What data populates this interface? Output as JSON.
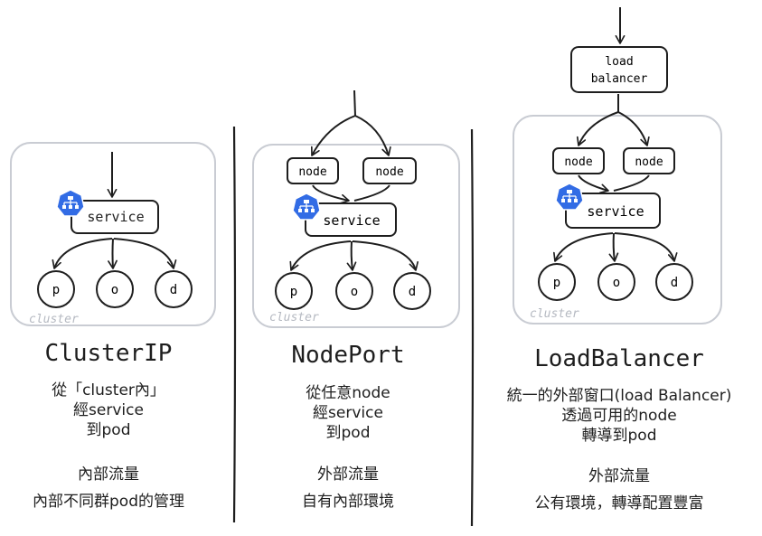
{
  "sections": [
    {
      "id": "clusterip",
      "title": "ClusterIP",
      "cluster_label": "cluster",
      "service_label": "service",
      "pods": [
        "p",
        "o",
        "d"
      ],
      "desc": [
        "從「cluster內」",
        "經service",
        "到pod"
      ],
      "notes": [
        "內部流量",
        "內部不同群pod的管理"
      ]
    },
    {
      "id": "nodeport",
      "title": "NodePort",
      "cluster_label": "cluster",
      "nodes": [
        "node",
        "node"
      ],
      "service_label": "service",
      "pods": [
        "p",
        "o",
        "d"
      ],
      "desc": [
        "從任意node",
        "經service",
        "到pod"
      ],
      "notes": [
        "外部流量",
        "自有內部環境"
      ]
    },
    {
      "id": "loadbalancer",
      "title": "LoadBalancer",
      "cluster_label": "cluster",
      "lb_label": [
        "load",
        "balancer"
      ],
      "nodes": [
        "node",
        "node"
      ],
      "service_label": "service",
      "pods": [
        "p",
        "o",
        "d"
      ],
      "desc": [
        "統一的外部窗口(load Balancer)",
        "透過可用的node",
        "轉導到pod"
      ],
      "notes": [
        "外部流量",
        "公有環境，轉導配置豐富"
      ]
    }
  ],
  "colors": {
    "stroke": "#1e1e1e",
    "cluster": "#c9ccd3",
    "cluster_text": "#b5b9c1",
    "k8s_blue": "#326ce5"
  }
}
